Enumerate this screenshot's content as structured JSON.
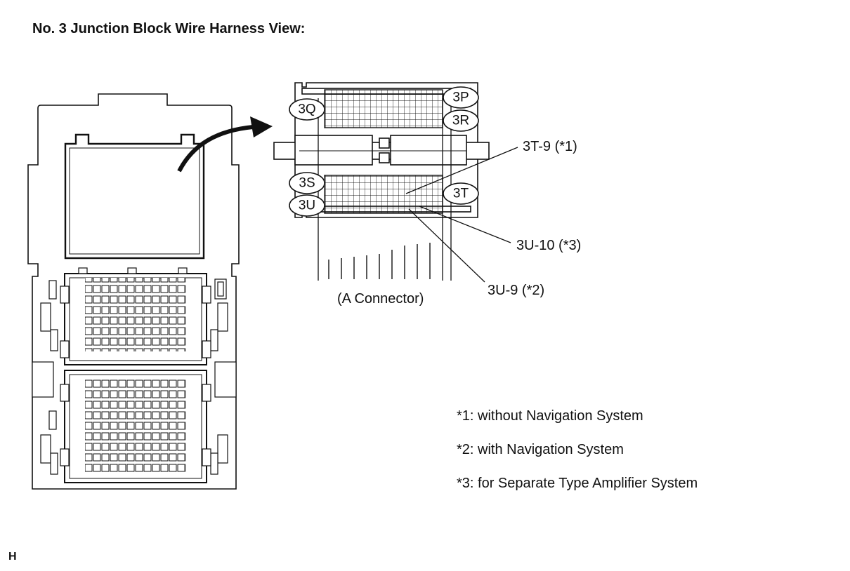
{
  "title": "No. 3 Junction Block Wire Harness View:",
  "connectors": {
    "c3p": "3P",
    "c3q": "3Q",
    "c3r": "3R",
    "c3s": "3S",
    "c3t": "3T",
    "c3u": "3U"
  },
  "callouts": {
    "t9": "3T-9 (*1)",
    "u10": "3U-10 (*3)",
    "u9": "3U-9 (*2)",
    "a_connector": "(A Connector)"
  },
  "notes": [
    "*1: without Navigation System",
    "*2: with Navigation System",
    "*3: for Separate Type Amplifier System"
  ],
  "footer_mark": "H"
}
